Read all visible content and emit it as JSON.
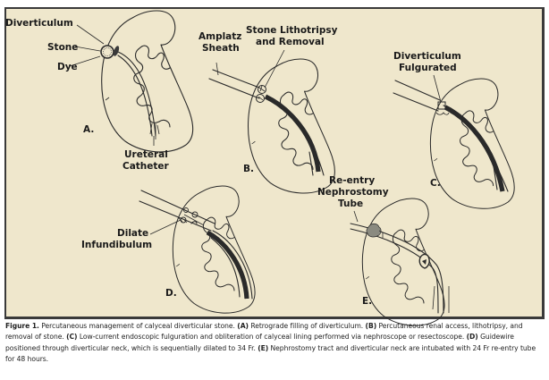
{
  "figure": {
    "panels": [
      {
        "id": "A",
        "letter": "A.",
        "labels": [
          "Diverticulum",
          "Stone",
          "Dye",
          "Ureteral",
          "Catheter"
        ]
      },
      {
        "id": "B",
        "letter": "B.",
        "labels": [
          "Amplatz",
          "Sheath",
          "Stone Lithotripsy",
          "and Removal"
        ]
      },
      {
        "id": "C",
        "letter": "C.",
        "labels": [
          "Diverticulum",
          "Fulgurated"
        ]
      },
      {
        "id": "D",
        "letter": "D.",
        "labels": [
          "Dilate",
          "Infundibulum"
        ]
      },
      {
        "id": "E",
        "letter": "E.",
        "labels": [
          "Re-entry",
          "Nephrostomy",
          "Tube"
        ]
      }
    ],
    "caption": {
      "figure_label": "Figure 1.",
      "intro": " Percutaneous management of calyceal diverticular stone. ",
      "items": [
        {
          "tag": "(A)",
          "text": " Retrograde filling of diverticulum. "
        },
        {
          "tag": "(B)",
          "text": " Percutaneous renal access, lithotripsy, and removal of stone. "
        },
        {
          "tag": "(C)",
          "text": " Low-current endoscopic fulguration and obliteration of calyceal lining performed via nephroscope or resectoscope. "
        },
        {
          "tag": "(D)",
          "text": " Guidewire positioned through diverticular neck, which is sequentially dilated to 34 Fr. "
        },
        {
          "tag": "(E)",
          "text": " Nephrostomy tract and diverticular neck are intubated with 24 Fr re-entry tube for 48 hours."
        }
      ]
    }
  },
  "colors": {
    "panel_background": "#efe7cc",
    "border": "#3a3a3a",
    "ink": "#1a1a1a"
  }
}
